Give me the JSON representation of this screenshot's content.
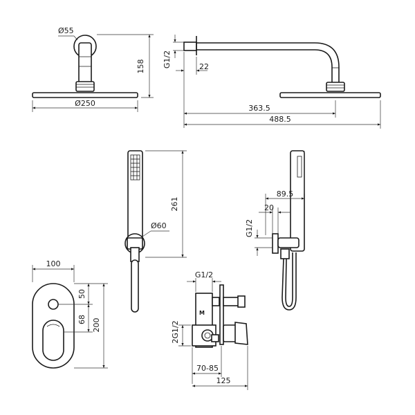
{
  "diagram": {
    "shower_head_front": {
      "arm_diameter": "Ø55",
      "height": "158",
      "head_diameter": "Ø250"
    },
    "shower_head_side": {
      "thread": "G1/2",
      "thread_length": "22",
      "reach": "363.5",
      "overall_length": "488.5"
    },
    "hand_shower_front": {
      "height": "261",
      "holder_diameter": "Ø60"
    },
    "hand_shower_side": {
      "width": "89.5",
      "offset": "20",
      "thread": "G1/2"
    },
    "mixer_plate": {
      "width": "100",
      "upper_offset": "50",
      "lower_offset": "68",
      "height": "200"
    },
    "mixer_body": {
      "top_thread": "G1/2",
      "side_thread": "2G1/2",
      "depth_range": "70-85",
      "overall_depth": "125"
    }
  }
}
